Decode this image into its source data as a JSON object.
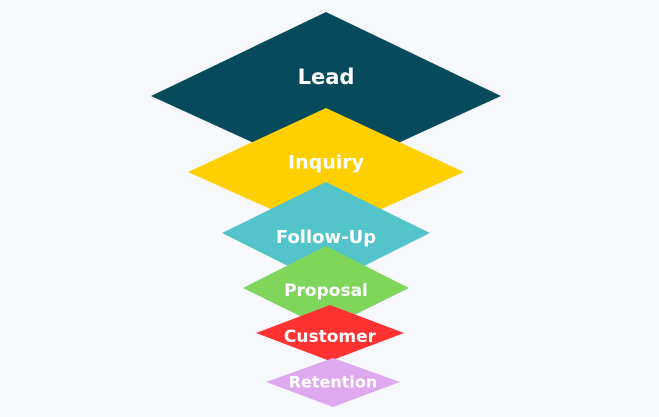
{
  "diagram": {
    "stages": [
      {
        "id": "lead",
        "label": "Lead",
        "color": "#064a5c"
      },
      {
        "id": "inquiry",
        "label": "Inquiry",
        "color": "#ffcf00"
      },
      {
        "id": "follow-up",
        "label": "Follow-Up",
        "color": "#54c4cb"
      },
      {
        "id": "proposal",
        "label": "Proposal",
        "color": "#7fd65a"
      },
      {
        "id": "customer",
        "label": "Customer",
        "color": "#ff3131"
      },
      {
        "id": "retention",
        "label": "Retention",
        "color": "#dea9ef"
      }
    ]
  }
}
